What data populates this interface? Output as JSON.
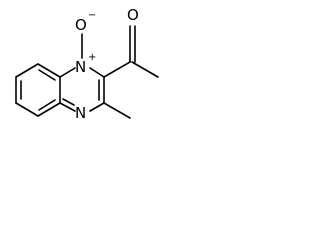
{
  "molecule": {
    "atoms": {
      "o_oxide": "O",
      "o_oxide_charge": "−",
      "o_carbonyl": "O",
      "n_oxide": "N",
      "n_oxide_charge": "+",
      "n_ring": "N"
    }
  }
}
